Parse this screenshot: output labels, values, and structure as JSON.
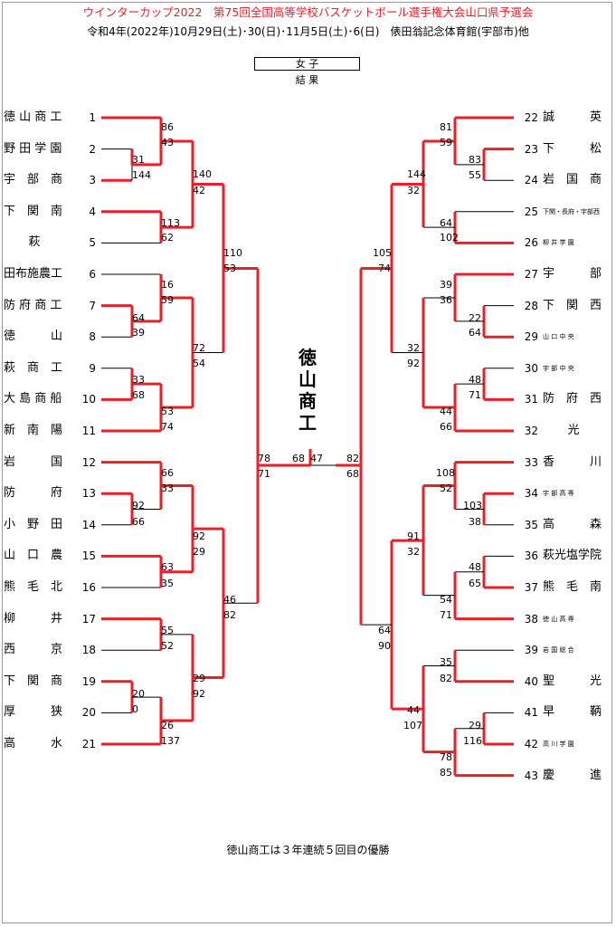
{
  "header": {
    "title": "ウインターカップ2022　第75回全国高等学校バスケットボール選手権大会山口県予選会",
    "subtitle": "令和4年(2022年)10月29日(土)･30(日)･11月5日(土)･6(日)　俵田翁記念体育館(宇部市)他",
    "category": "女 子",
    "result_label": "結 果"
  },
  "champion": "徳山商工",
  "footer": "徳山商工は３年連続５回目の優勝",
  "colors": {
    "title": "#e8202a",
    "win_line": "#e8202a",
    "line": "#000000"
  },
  "left_teams": [
    {
      "num": "1",
      "name": "徳 山 商 工"
    },
    {
      "num": "2",
      "name": "野 田 学 園"
    },
    {
      "num": "3",
      "name": "宇　部　商"
    },
    {
      "num": "4",
      "name": "下　関　南"
    },
    {
      "num": "5",
      "name": "萩"
    },
    {
      "num": "6",
      "name": "田布施農工"
    },
    {
      "num": "7",
      "name": "防 府 商 工"
    },
    {
      "num": "8",
      "name": "徳　　　山"
    },
    {
      "num": "9",
      "name": "萩　商　工"
    },
    {
      "num": "10",
      "name": "大 島 商 船"
    },
    {
      "num": "11",
      "name": "新　南　陽"
    },
    {
      "num": "12",
      "name": "岩　　　国"
    },
    {
      "num": "13",
      "name": "防　　　府"
    },
    {
      "num": "14",
      "name": "小　野　田"
    },
    {
      "num": "15",
      "name": "山　口　農"
    },
    {
      "num": "16",
      "name": "熊　毛　北"
    },
    {
      "num": "17",
      "name": "柳　　　井"
    },
    {
      "num": "18",
      "name": "西　　　京"
    },
    {
      "num": "19",
      "name": "下　関　商"
    },
    {
      "num": "20",
      "name": "厚　　　狭"
    },
    {
      "num": "21",
      "name": "高　　　水"
    }
  ],
  "right_teams": [
    {
      "num": "22",
      "name": "誠　　　英"
    },
    {
      "num": "23",
      "name": "下　　　松"
    },
    {
      "num": "24",
      "name": "岩　国　商"
    },
    {
      "num": "25",
      "name": "下関・長府・宇部西"
    },
    {
      "num": "26",
      "name": "柳 井 学 園"
    },
    {
      "num": "27",
      "name": "宇　　　部"
    },
    {
      "num": "28",
      "name": "下　関　西"
    },
    {
      "num": "29",
      "name": "山 口 中 央"
    },
    {
      "num": "30",
      "name": "宇 部 中 央"
    },
    {
      "num": "31",
      "name": "防　府　西"
    },
    {
      "num": "32",
      "name": "光"
    },
    {
      "num": "33",
      "name": "香　　　川"
    },
    {
      "num": "34",
      "name": "宇 部 高 専"
    },
    {
      "num": "35",
      "name": "高　　　森"
    },
    {
      "num": "36",
      "name": "萩光塩学院"
    },
    {
      "num": "37",
      "name": "熊　毛　南"
    },
    {
      "num": "38",
      "name": "徳 山 高 専"
    },
    {
      "num": "39",
      "name": "岩 国 総 合"
    },
    {
      "num": "40",
      "name": "聖　　　光"
    },
    {
      "num": "41",
      "name": "早　　　鞆"
    },
    {
      "num": "42",
      "name": "高 川 学 園"
    },
    {
      "num": "43",
      "name": "慶　　　進"
    }
  ],
  "scores": [
    "86",
    "43",
    "31",
    "144",
    "113",
    "62",
    "140",
    "42",
    "16",
    "59",
    "64",
    "39",
    "72",
    "54",
    "33",
    "68",
    "53",
    "74",
    "110",
    "53",
    "66",
    "33",
    "92",
    "66",
    "63",
    "35",
    "92",
    "29",
    "55",
    "52",
    "20",
    "0",
    "26",
    "137",
    "29",
    "92",
    "46",
    "82",
    "78",
    "71",
    "68",
    "47",
    "81",
    "59",
    "83",
    "55",
    "144",
    "32",
    "64",
    "102",
    "105",
    "74",
    "39",
    "36",
    "22",
    "64",
    "48",
    "71",
    "32",
    "92",
    "44",
    "66",
    "82",
    "68",
    "108",
    "52",
    "103",
    "38",
    "91",
    "32",
    "48",
    "65",
    "54",
    "71",
    "35",
    "82",
    "29",
    "116",
    "44",
    "107",
    "78",
    "85",
    "64",
    "90"
  ]
}
